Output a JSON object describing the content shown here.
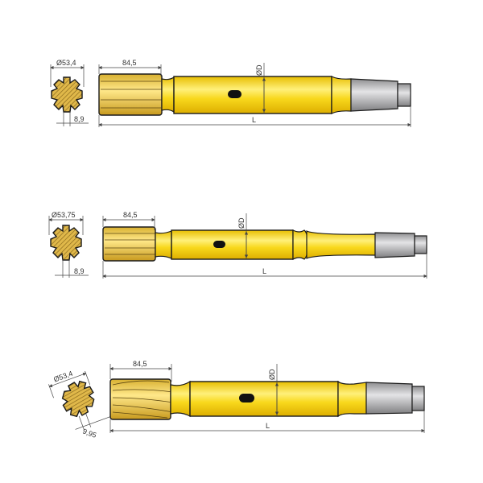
{
  "colors": {
    "body_yellow": "#F5D215",
    "body_highlight": "#FFF29A",
    "spline_gold": "#E3BE3A",
    "hatch": "#8B6A1C",
    "steel_gray": "#A9A9AB",
    "outline": "#1a1a1a",
    "dimension_line": "#444444"
  },
  "drawings": [
    {
      "id": "shank-1",
      "cross_section": {
        "diameter_label": "Ø53,4",
        "spline_width_label": "8,9",
        "splines": 8,
        "rotated": false
      },
      "spline_length_label": "84,5",
      "body_diameter_label": "ØD",
      "overall_length_label": "L"
    },
    {
      "id": "shank-2",
      "cross_section": {
        "diameter_label": "Ø53,75",
        "spline_width_label": "8,9",
        "splines": 8,
        "rotated": false
      },
      "spline_length_label": "84,5",
      "body_diameter_label": "ØD",
      "overall_length_label": "L"
    },
    {
      "id": "shank-3",
      "cross_section": {
        "diameter_label": "Ø53,4",
        "spline_width_label": "9,95",
        "splines": 8,
        "rotated": true
      },
      "spline_length_label": "84,5",
      "body_diameter_label": "ØD",
      "overall_length_label": "L"
    }
  ]
}
